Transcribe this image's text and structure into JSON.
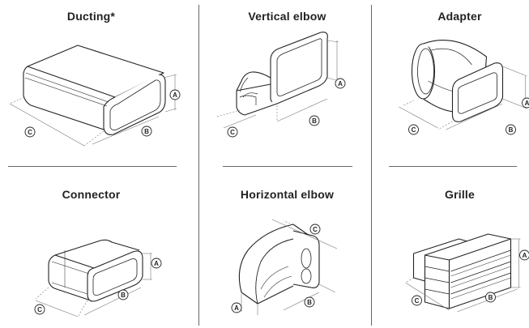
{
  "panels": [
    {
      "id": "ducting",
      "title": "Ducting*",
      "labels": {
        "a": "A",
        "b": "B",
        "c": "C"
      }
    },
    {
      "id": "vertical-elbow",
      "title": "Vertical elbow",
      "labels": {
        "a": "A",
        "b": "B",
        "c": "C"
      }
    },
    {
      "id": "adapter",
      "title": "Adapter",
      "labels": {
        "a": "A",
        "b": "B",
        "c": "C"
      }
    },
    {
      "id": "connector",
      "title": "Connector",
      "labels": {
        "a": "A",
        "b": "B",
        "c": "C"
      }
    },
    {
      "id": "horizontal-elbow",
      "title": "Horizontal elbow",
      "labels": {
        "a": "A",
        "b": "B",
        "c": "C"
      }
    },
    {
      "id": "grille",
      "title": "Grille",
      "labels": {
        "a": "A",
        "b": "B",
        "c": "C"
      }
    }
  ]
}
